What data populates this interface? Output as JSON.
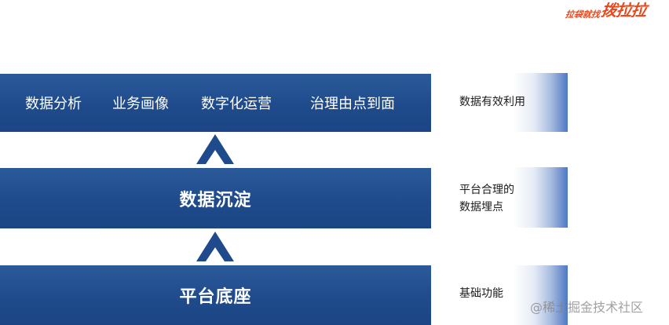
{
  "logo": {
    "small_text": "拉袋就找",
    "big_text": "拨拉拉"
  },
  "top_band": {
    "items": [
      "数据分析",
      "业务画像",
      "数字化运营",
      "治理由点到面"
    ]
  },
  "middle_band": {
    "title": "数据沉淀"
  },
  "bottom_band": {
    "title": "平台底座"
  },
  "notes": {
    "top": "数据有效利用",
    "middle_line1": "平台合理的",
    "middle_line2": "数据埋点",
    "bottom": "基础功能"
  },
  "watermark": "@稀土掘金技术社区",
  "colors": {
    "band_blue": "#1f4b8c",
    "arrow_blue": "#1f4b8c",
    "logo_orange": "#e8491d"
  }
}
